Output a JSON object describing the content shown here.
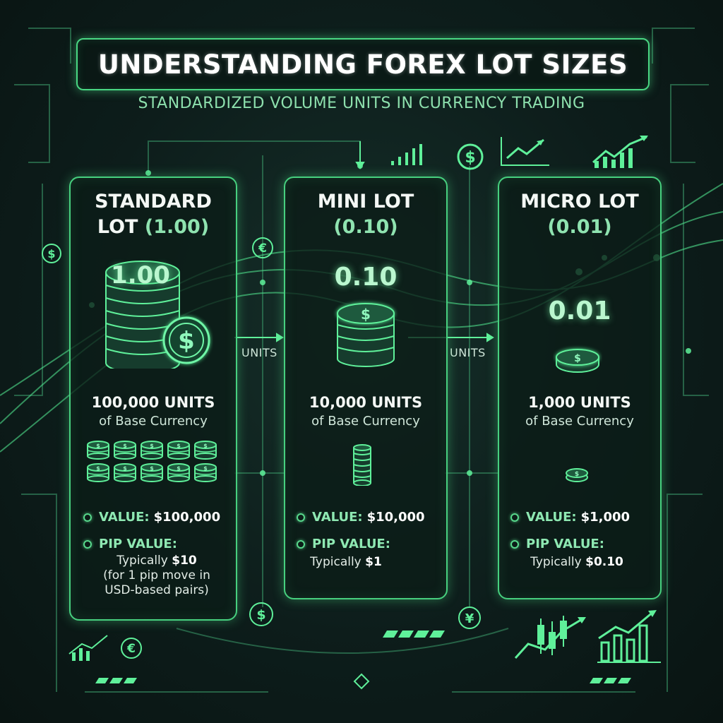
{
  "title": "UNDERSTANDING FOREX LOT SIZES",
  "subtitle": "STANDARDIZED VOLUME UNITS IN CURRENCY TRADING",
  "connector_label": "UNITS",
  "colors": {
    "accent": "#47d07f",
    "accent_light": "#8ee8b2",
    "background": "#0d1d1b"
  },
  "cards": [
    {
      "title_line1": "STANDARD",
      "title_line2": "LOT",
      "title_paren": "(1.00)",
      "coin_number": "1.00",
      "units": "100,000 UNITS",
      "base": "of Base Currency",
      "value_label": "VALUE:",
      "value": "$100,000",
      "pip_label": "PIP VALUE:",
      "pip_line1": "Typically",
      "pip_amount": "$10",
      "pip_note1": "(for 1 pip move in",
      "pip_note2": "USD-based pairs)"
    },
    {
      "title_line1": "MINI LOT",
      "title_paren": "(0.10)",
      "coin_number": "0.10",
      "units": "10,000 UNITS",
      "base": "of Base Currency",
      "value_label": "VALUE:",
      "value": "$10,000",
      "pip_label": "PIP VALUE:",
      "pip_line1": "Typically",
      "pip_amount": "$1"
    },
    {
      "title_line1": "MICRO LOT",
      "title_paren": "(0.01)",
      "coin_number": "0.01",
      "units": "1,000 UNITS",
      "base": "of Base Currency",
      "value_label": "VALUE:",
      "value": "$1,000",
      "pip_label": "PIP VALUE:",
      "pip_line1": "Typically",
      "pip_amount": "$0.10"
    }
  ],
  "icons": [
    "dollar-icon",
    "euro-icon",
    "yen-icon",
    "trend-chart-icon",
    "bar-chart-icon",
    "coin-stack-icon"
  ]
}
